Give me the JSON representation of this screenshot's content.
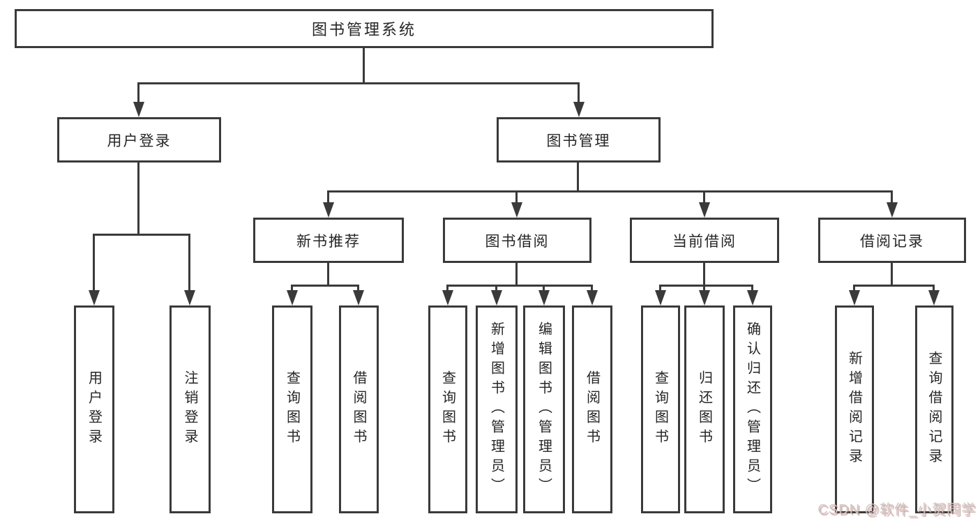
{
  "nodes": {
    "root": "图书管理系统",
    "user_login": "用户登录",
    "book_management": "图书管理",
    "new_book_recommend": "新书推荐",
    "book_borrowing": "图书借阅",
    "current_borrowing": "当前借阅",
    "borrowing_records": "借阅记录",
    "leaves": {
      "user_login": [
        "用户登录",
        "注销登录"
      ],
      "new_book_recommend": [
        "查询图书",
        "借阅图书"
      ],
      "book_borrowing": [
        "查询图书",
        "新增图书（管理员）",
        "编辑图书（管理员）",
        "借阅图书"
      ],
      "current_borrowing": [
        "查询图书",
        "归还图书",
        "确认归还（管理员）"
      ],
      "borrowing_records": [
        "新增借阅记录",
        "查询借阅记录"
      ]
    }
  },
  "colors": {
    "line": "#3a3a3a",
    "text": "#262626",
    "watermark": "#c9c9c9"
  },
  "watermark": "CSDN @软件_小贺同学"
}
